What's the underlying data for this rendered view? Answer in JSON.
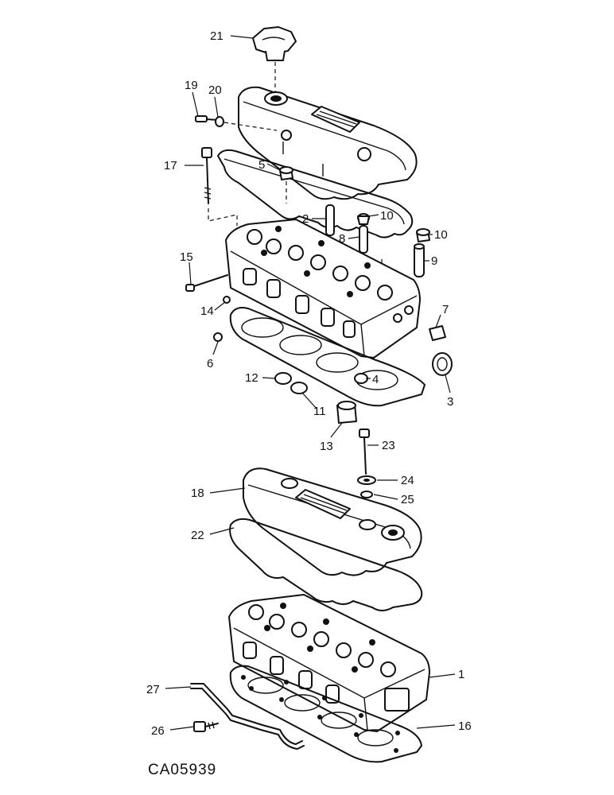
{
  "drawing_code": "CA05939",
  "callouts": {
    "c1": "1",
    "c2": "2",
    "c3": "3",
    "c4": "4",
    "c5": "5",
    "c6": "6",
    "c7": "7",
    "c8": "8",
    "c9": "9",
    "c10a": "10",
    "c10b": "10",
    "c11": "11",
    "c12": "12",
    "c13": "13",
    "c14": "14",
    "c15": "15",
    "c16": "16",
    "c17": "17",
    "c18": "18",
    "c19": "19",
    "c20": "20",
    "c21": "21",
    "c22": "22",
    "c23": "23",
    "c24": "24",
    "c25": "25",
    "c26": "26",
    "c27": "27"
  }
}
